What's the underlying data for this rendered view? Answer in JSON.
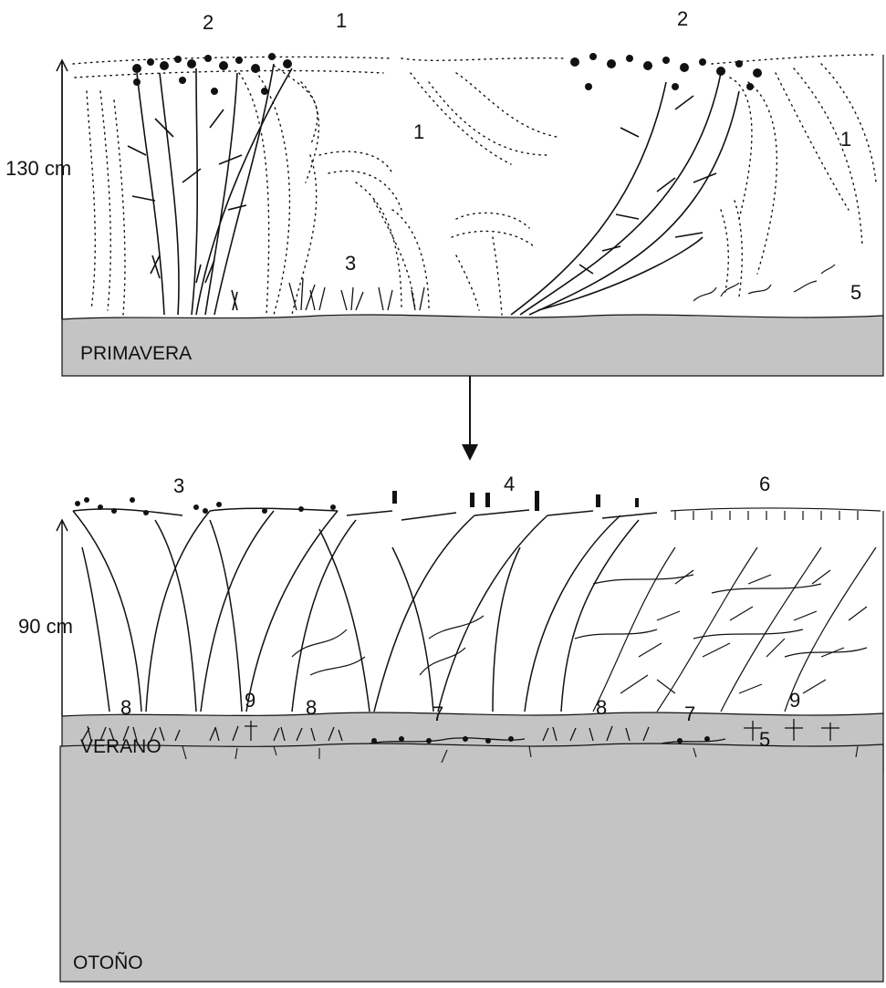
{
  "panels": [
    {
      "season": "PRIMAVERA",
      "height_label": "130 cm",
      "numbers": [
        "2",
        "1",
        "2",
        "1",
        "1",
        "3",
        "5"
      ]
    },
    {
      "season": "VERANO",
      "height_label": "90 cm",
      "numbers": [
        "3",
        "4",
        "6",
        "5"
      ]
    },
    {
      "season": "OTOÑO",
      "numbers": [
        "8",
        "9",
        "8",
        "7",
        "8",
        "7",
        "9"
      ]
    }
  ],
  "colors": {
    "ground": "#c4c4c4",
    "ink": "#111111",
    "background": "#ffffff"
  }
}
